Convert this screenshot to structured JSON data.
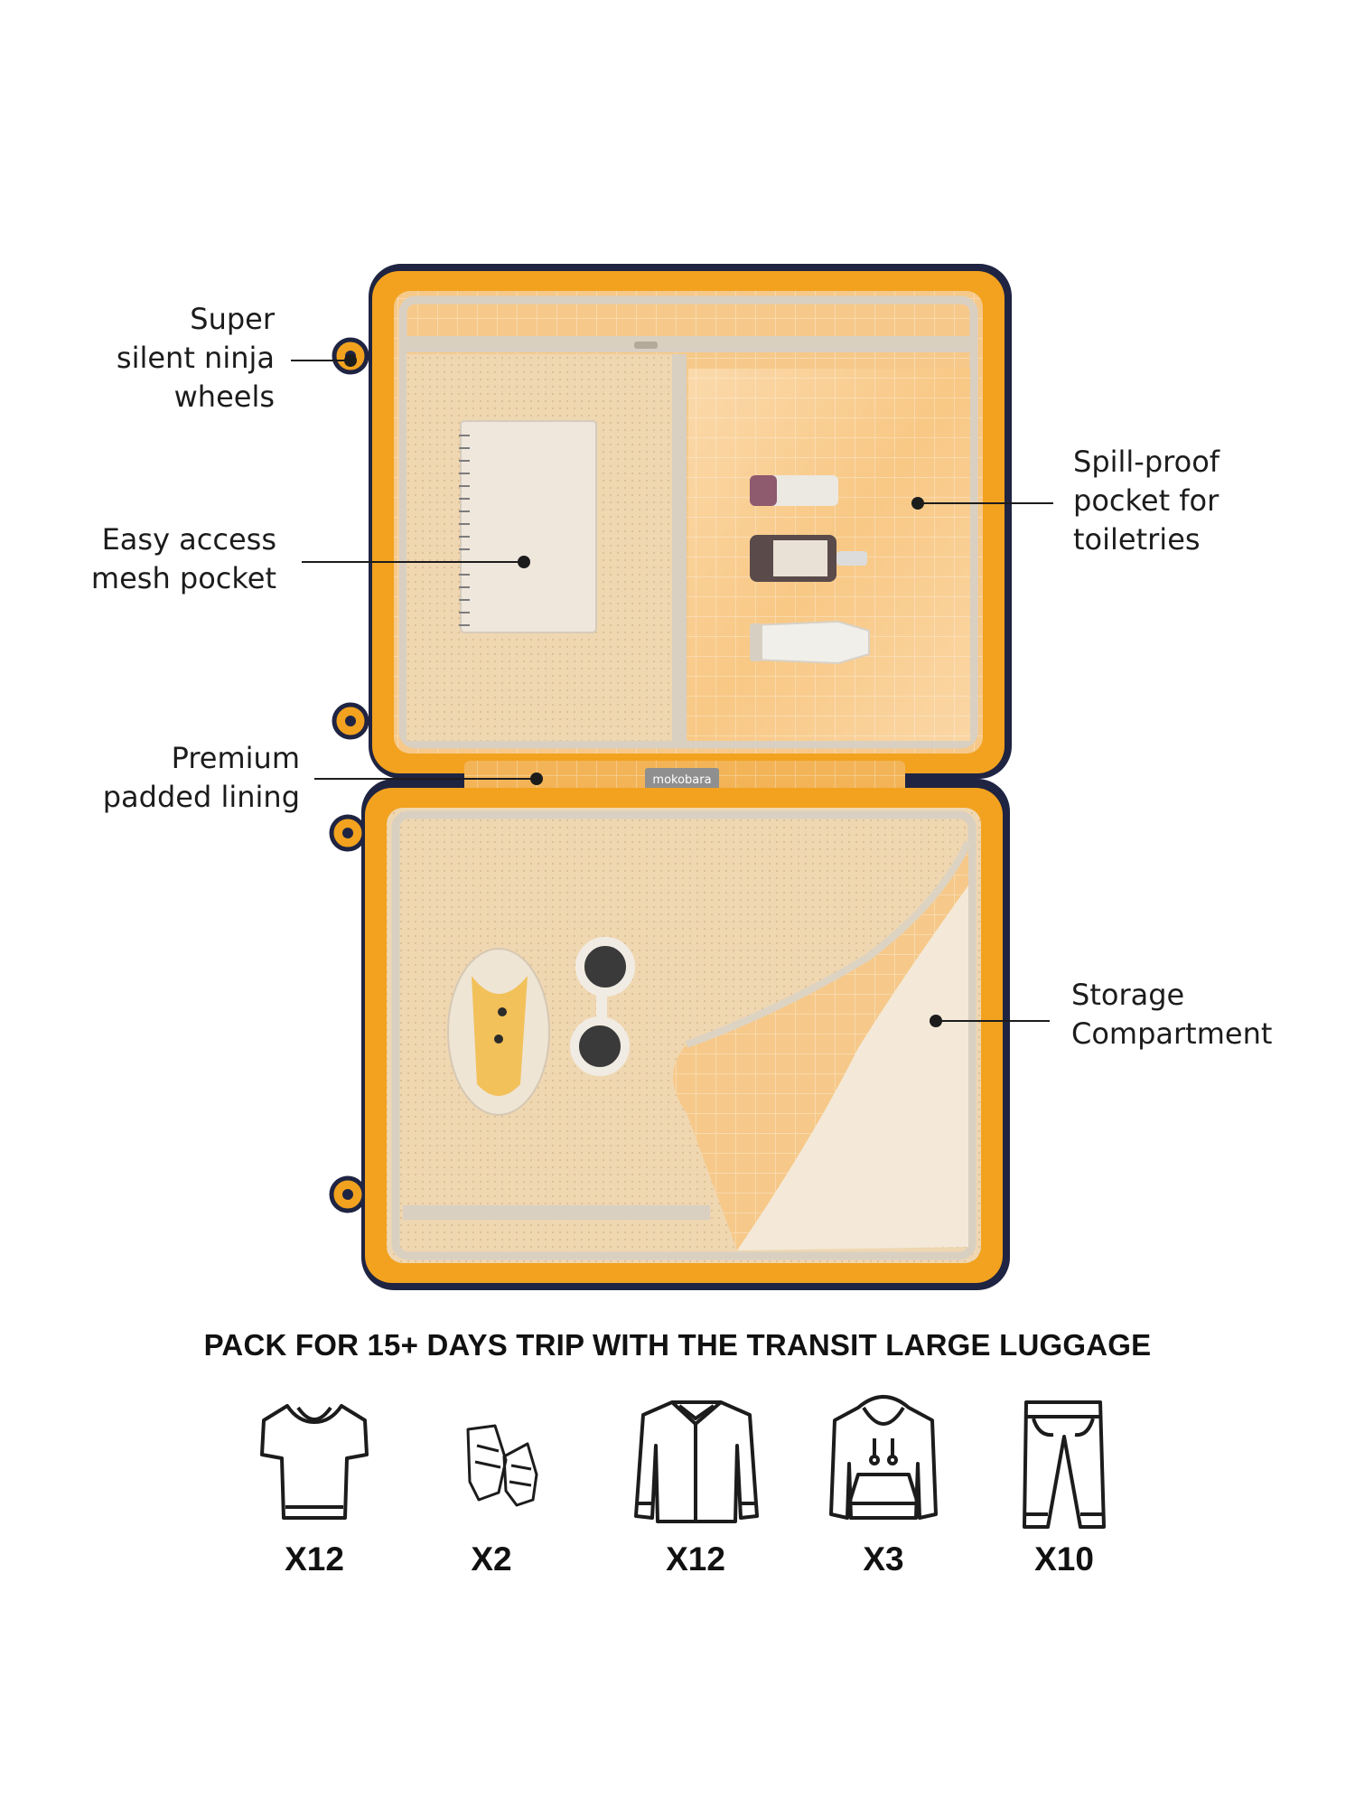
{
  "brand_tag": "mokobara",
  "callouts": {
    "wheels": [
      "Super",
      "silent ninja",
      "wheels"
    ],
    "mesh_pocket": [
      "Easy access",
      "mesh pocket"
    ],
    "lining": [
      "Premium",
      "padded lining"
    ],
    "toiletries": [
      "Spill-proof",
      "pocket for",
      "toiletries"
    ],
    "storage": [
      "Storage",
      "Compartment"
    ]
  },
  "headline": "PACK FOR 15+ DAYS TRIP WITH THE TRANSIT LARGE LUGGAGE",
  "capacity": [
    {
      "icon": "tshirt-icon",
      "qty": "X12"
    },
    {
      "icon": "sneakers-icon",
      "qty": "X2"
    },
    {
      "icon": "shirt-icon",
      "qty": "X12"
    },
    {
      "icon": "hoodie-icon",
      "qty": "X3"
    },
    {
      "icon": "pants-icon",
      "qty": "X10"
    }
  ],
  "colors": {
    "shell": "#f2a21e",
    "lining": "#f6c98a",
    "mesh": "#efd7b2",
    "zipper": "#d9d0c2",
    "shell_back": "#1f2442",
    "text": "#1c1c1c"
  }
}
